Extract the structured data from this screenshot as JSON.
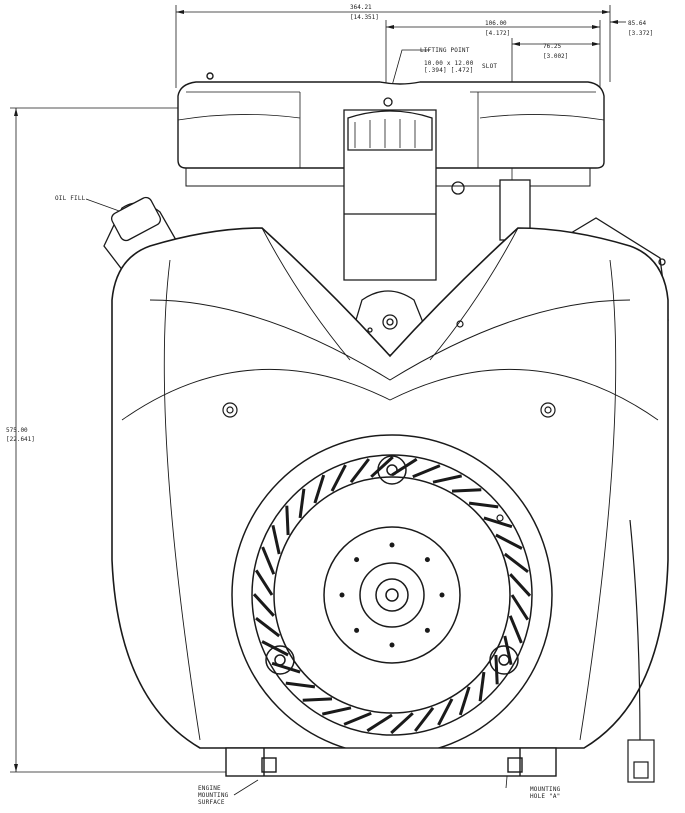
{
  "dimensions": {
    "overall_width": {
      "mm": "364.21",
      "in": "[14.351]"
    },
    "lift_offset": {
      "mm": "106.00",
      "in": "[4.172]"
    },
    "right_offset": {
      "mm": "85.64",
      "in": "[3.372]"
    },
    "slot_offset": {
      "mm": "76.25",
      "in": "[3.002]"
    },
    "height": {
      "mm": "575.00",
      "in": "[22.641]"
    }
  },
  "callouts": {
    "lifting_point": "LIFTING POINT",
    "slot_line1": "10.00  x  12.00",
    "slot_line2": "[.394]    [.472]",
    "slot_word": "SLOT",
    "oil_fill": "OIL FILL",
    "engine_mounting_surface": [
      "ENGINE",
      "MOUNTING",
      "SURFACE"
    ],
    "mounting_hole": [
      "MOUNTING",
      "HOLE \"A\""
    ]
  },
  "colors": {
    "line": "#1a1a1a",
    "background": "#ffffff"
  }
}
